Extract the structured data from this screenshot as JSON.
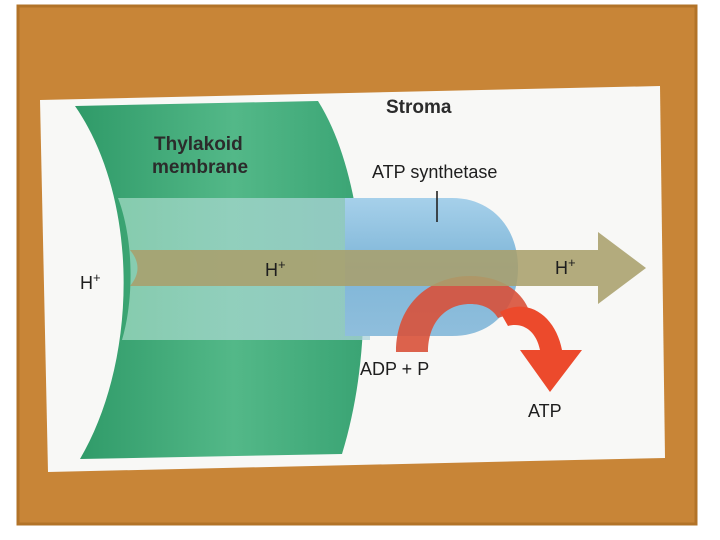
{
  "labels": {
    "stroma": "Stroma",
    "thylakoid_line1": "Thylakoid",
    "thylakoid_line2": "membrane",
    "atp_synthetase": "ATP synthetase",
    "h_plus": "H",
    "h_plus_sup": "+",
    "adp_p": "ADP + P",
    "atp": "ATP"
  },
  "colors": {
    "board": "#c88537",
    "panel": "#f8f8f6",
    "membrane_dark": "#2f9a68",
    "membrane_light": "#7fd0a6",
    "synthetase": "#7fb6d8",
    "proton_arrow": "#a89f6c",
    "atp_arrow": "#ec4a2c"
  }
}
